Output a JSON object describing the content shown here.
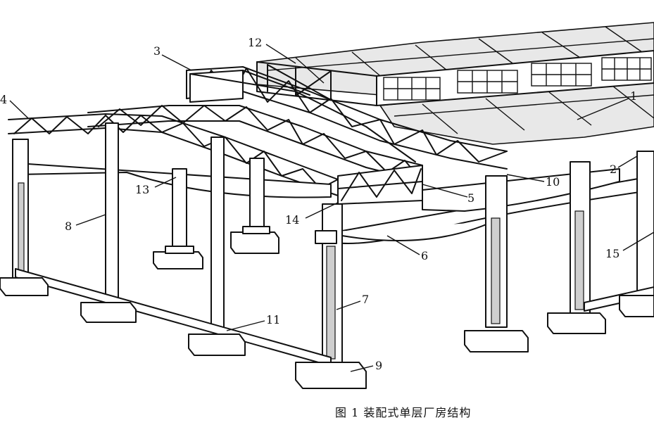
{
  "caption": "图 1 装配式单层厂房结构",
  "callouts": [
    {
      "id": "1",
      "text": "1"
    },
    {
      "id": "2",
      "text": "2"
    },
    {
      "id": "3",
      "text": "3"
    },
    {
      "id": "4",
      "text": "4"
    },
    {
      "id": "5",
      "text": "5"
    },
    {
      "id": "6",
      "text": "6"
    },
    {
      "id": "7",
      "text": "7"
    },
    {
      "id": "8",
      "text": "8"
    },
    {
      "id": "9",
      "text": "9"
    },
    {
      "id": "10",
      "text": "10"
    },
    {
      "id": "11",
      "text": "11"
    },
    {
      "id": "12",
      "text": "12"
    },
    {
      "id": "13",
      "text": "13"
    },
    {
      "id": "14",
      "text": "14"
    },
    {
      "id": "15",
      "text": "15"
    }
  ]
}
